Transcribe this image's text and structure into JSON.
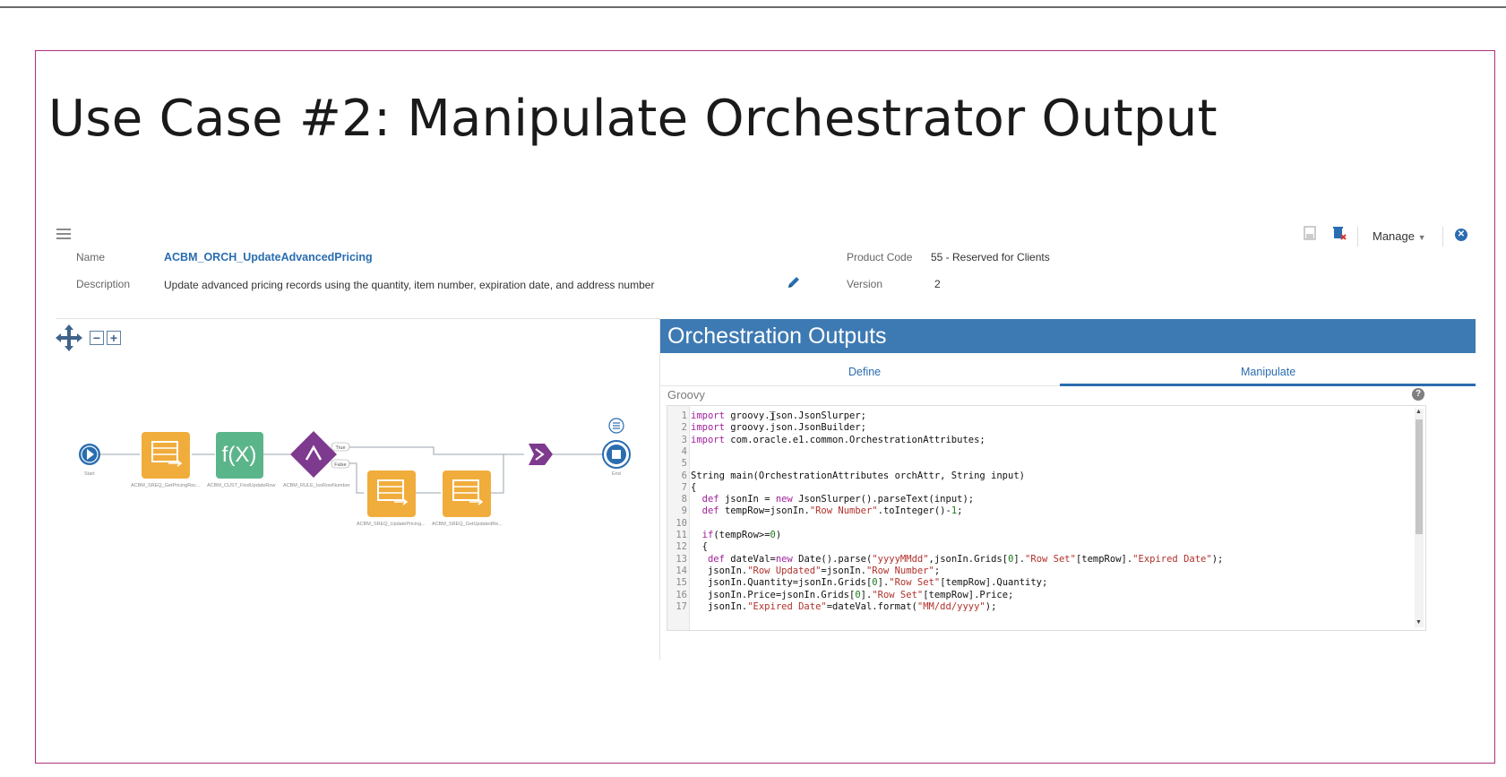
{
  "slide": {
    "title": "Use Case #2: Manipulate Orchestrator Output"
  },
  "orchestration": {
    "name_label": "Name",
    "name": "ACBM_ORCH_UpdateAdvancedPricing",
    "description_label": "Description",
    "description": "Update advanced pricing records using  the quantity, item number, expiration date, and address number",
    "product_code_label": "Product Code",
    "product_code": "55 - Reserved for Clients",
    "version_label": "Version",
    "version": "2"
  },
  "toolbar": {
    "manage_label": "Manage"
  },
  "flow": {
    "start_label": "Start",
    "end_label": "End",
    "nodes": [
      {
        "label": "ACBM_SREQ_GetPricingRec..."
      },
      {
        "label": "ACBM_CUST_FindUpdateRow"
      },
      {
        "label": "ACBM_RULE_IsoRowNumber"
      },
      {
        "label": "ACBM_SREQ_UpdatePricing..."
      },
      {
        "label": "ACBM_SREQ_GetUpdatedRe..."
      }
    ],
    "true_label": "True",
    "false_label": "False"
  },
  "outputs": {
    "header": "Orchestration Outputs",
    "tabs": [
      {
        "label": "Define",
        "active": false
      },
      {
        "label": "Manipulate",
        "active": true
      }
    ],
    "language_label": "Groovy",
    "code_lines": [
      {
        "n": "1",
        "text": "import groovy.json.JsonSlurper;"
      },
      {
        "n": "2",
        "text": "import groovy.json.JsonBuilder;"
      },
      {
        "n": "3",
        "text": "import com.oracle.e1.common.OrchestrationAttributes;"
      },
      {
        "n": "4",
        "text": ""
      },
      {
        "n": "5",
        "text": ""
      },
      {
        "n": "6",
        "text": "String main(OrchestrationAttributes orchAttr, String input)"
      },
      {
        "n": "7",
        "text": "{"
      },
      {
        "n": "8",
        "text": "  def jsonIn = new JsonSlurper().parseText(input);"
      },
      {
        "n": "9",
        "text": "  def tempRow=jsonIn.\"Row Number\".toInteger()-1;"
      },
      {
        "n": "10",
        "text": ""
      },
      {
        "n": "11",
        "text": "  if(tempRow>=0)"
      },
      {
        "n": "12",
        "text": "  {"
      },
      {
        "n": "13",
        "text": "   def dateVal=new Date().parse(\"yyyyMMdd\",jsonIn.Grids[0].\"Row Set\"[tempRow].\"Expired Date\");"
      },
      {
        "n": "14",
        "text": "   jsonIn.\"Row Updated\"=jsonIn.\"Row Number\";"
      },
      {
        "n": "15",
        "text": "   jsonIn.Quantity=jsonIn.Grids[0].\"Row Set\"[tempRow].Quantity;"
      },
      {
        "n": "16",
        "text": "   jsonIn.Price=jsonIn.Grids[0].\"Row Set\"[tempRow].Price;"
      },
      {
        "n": "17",
        "text": "   jsonIn.\"Expired Date\"=dateVal.format(\"MM/dd/yyyy\");"
      }
    ]
  },
  "colors": {
    "accent_blue": "#3d7ab3",
    "orange_node": "#f0ad3c",
    "green_node": "#5bb58a",
    "purple_node": "#7e3a8e",
    "frame_border": "#b0307a"
  }
}
